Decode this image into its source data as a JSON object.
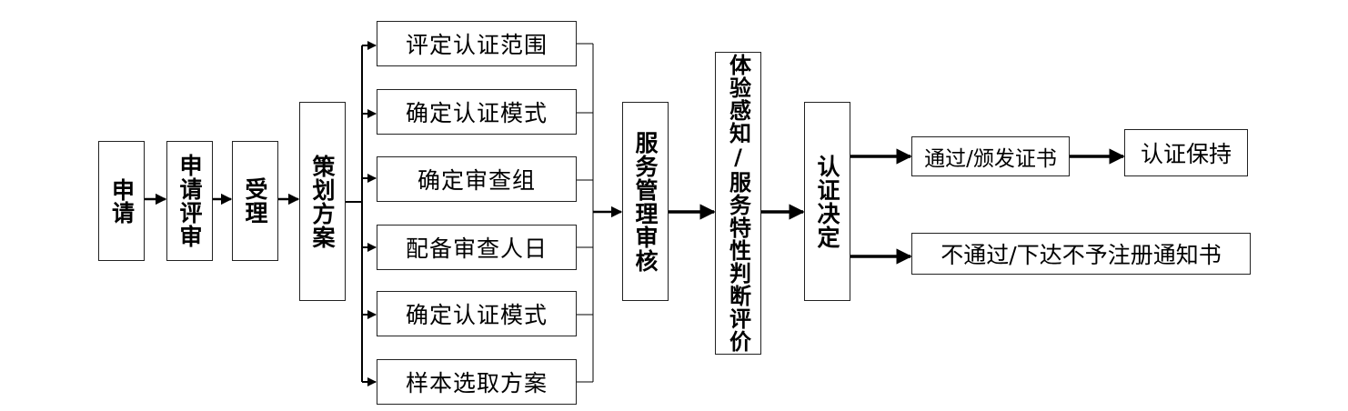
{
  "steps": {
    "apply": "申请",
    "apply_review": "申请评审",
    "accept": "受理",
    "plan": "策划方案"
  },
  "plan_items": [
    "评定认证范围",
    "确定认证模式",
    "确定审查组",
    "配备审查人日",
    "确定认证模式",
    "样本选取方案"
  ],
  "service_audit": "服务管理审核",
  "experience_eval": "体验感知/服务特性判断评价",
  "decision": "认证决定",
  "outcomes": {
    "pass": "通过/颁发证书",
    "maintain": "认证保持",
    "fail": "不通过/下达不予注册通知书"
  }
}
